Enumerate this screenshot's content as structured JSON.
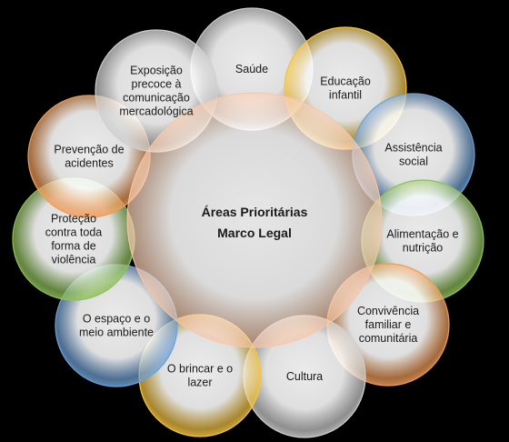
{
  "center": {
    "line1": "Áreas Prioritárias",
    "line2": "Marco Legal",
    "color": "#f6c7a8"
  },
  "petals": [
    {
      "id": "saude",
      "lines": [
        "Saúde"
      ],
      "color": "#cfcfcf"
    },
    {
      "id": "educacao-infantil",
      "lines": [
        "Educação",
        "infantil"
      ],
      "color": "#f3c342"
    },
    {
      "id": "assistencia-social",
      "lines": [
        "Assistência",
        "social"
      ],
      "color": "#6fa0d4"
    },
    {
      "id": "alimentacao-nutricao",
      "lines": [
        "Alimentação e",
        "nutrição"
      ],
      "color": "#8fbf5a"
    },
    {
      "id": "convivencia",
      "lines": [
        "Convivência",
        "familiar e",
        "comunitária"
      ],
      "color": "#ee9b58"
    },
    {
      "id": "cultura",
      "lines": [
        "Cultura"
      ],
      "color": "#cfcfcf"
    },
    {
      "id": "brincar-lazer",
      "lines": [
        "O brincar e o",
        "lazer"
      ],
      "color": "#f3c342"
    },
    {
      "id": "espaco-meio-ambiente",
      "lines": [
        "O espaço e o",
        "meio ambiente"
      ],
      "color": "#6fa0d4"
    },
    {
      "id": "protecao-violencia",
      "lines": [
        "Proteção",
        "contra toda",
        "forma de",
        "violência"
      ],
      "color": "#8fbf5a"
    },
    {
      "id": "prevencao-acidentes",
      "lines": [
        "Prevenção de",
        "acidentes"
      ],
      "color": "#ee9b58"
    },
    {
      "id": "exposicao-comunicacao",
      "lines": [
        "Exposição",
        "precoce à",
        "comunicação",
        "mercadológica"
      ],
      "color": "#cfcfcf"
    }
  ]
}
